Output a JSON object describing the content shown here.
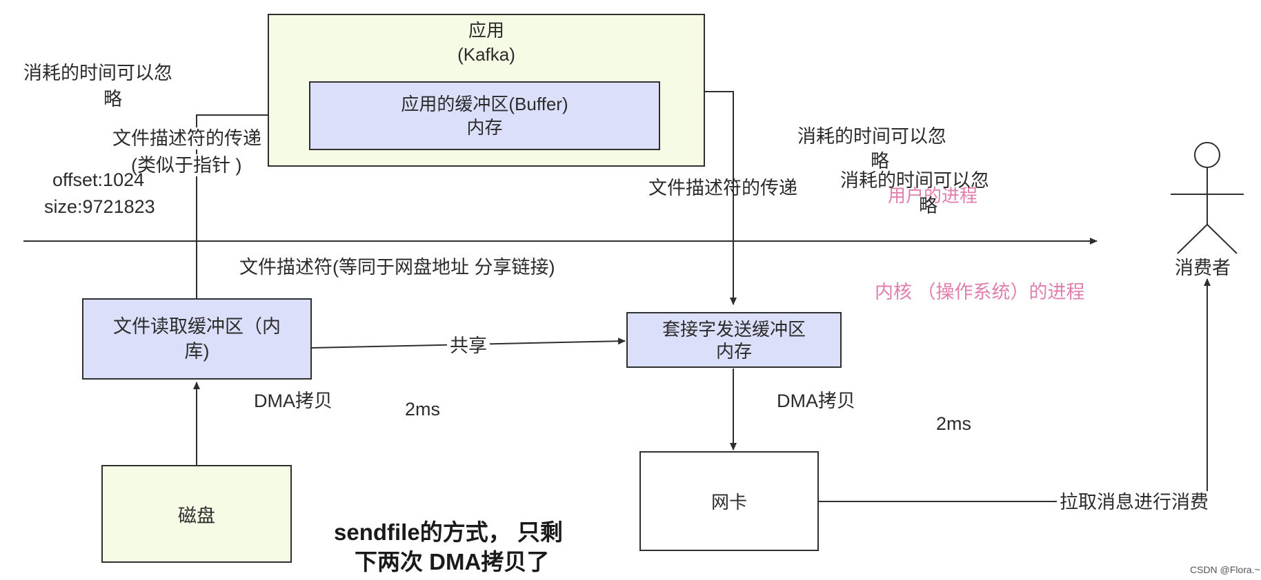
{
  "app_box": {
    "title": "应用",
    "subtitle": "(Kafka)"
  },
  "app_buffer": {
    "line1": "应用的缓冲区(Buffer)",
    "line2": "内存"
  },
  "file_read_buffer": {
    "line1": "文件读取缓冲区（内",
    "line2": "库)"
  },
  "socket_buffer": {
    "line1": "套接字发送缓冲区",
    "line2": "内存"
  },
  "disk": {
    "label": "磁盘"
  },
  "nic": {
    "label": "网卡"
  },
  "notes": {
    "ignore_top_left_1": "消耗的时间可以忽",
    "ignore_top_left_2": "略",
    "fd_pass_left_1": "文件描述符的传递",
    "fd_pass_left_2": "(类似于指针 )",
    "offset": "offset:1024",
    "size": "size:9721823",
    "ignore_mid_1": "消耗的时间可以忽",
    "ignore_mid_2": "略",
    "ignore_mid2_1": "消耗的时间可以忽",
    "ignore_mid2_2": "略",
    "fd_pass_right": "文件描述符的传递",
    "user_process": "用户的进程",
    "fd_desc": "文件描述符(等同于网盘地址  分享链接)",
    "kernel_process": "内核  （操作系统）的进程",
    "share": "共享",
    "dma_left": "DMA拷贝",
    "time_left": "2ms",
    "dma_right": "DMA拷贝",
    "time_right": "2ms",
    "pull_consume": "拉取消息进行消费",
    "consumer": "消费者",
    "summary_1": "sendfile的方式， 只剩",
    "summary_2": "下两次 DMA拷贝了",
    "watermark": "CSDN @Flora.~"
  },
  "colors": {
    "app_bg": "#f6fbe6",
    "buffer_bg": "#dcdff9",
    "disk_bg": "#f6fbe6",
    "pink_text": "#e07fae",
    "stroke": "#2e2e2e"
  }
}
